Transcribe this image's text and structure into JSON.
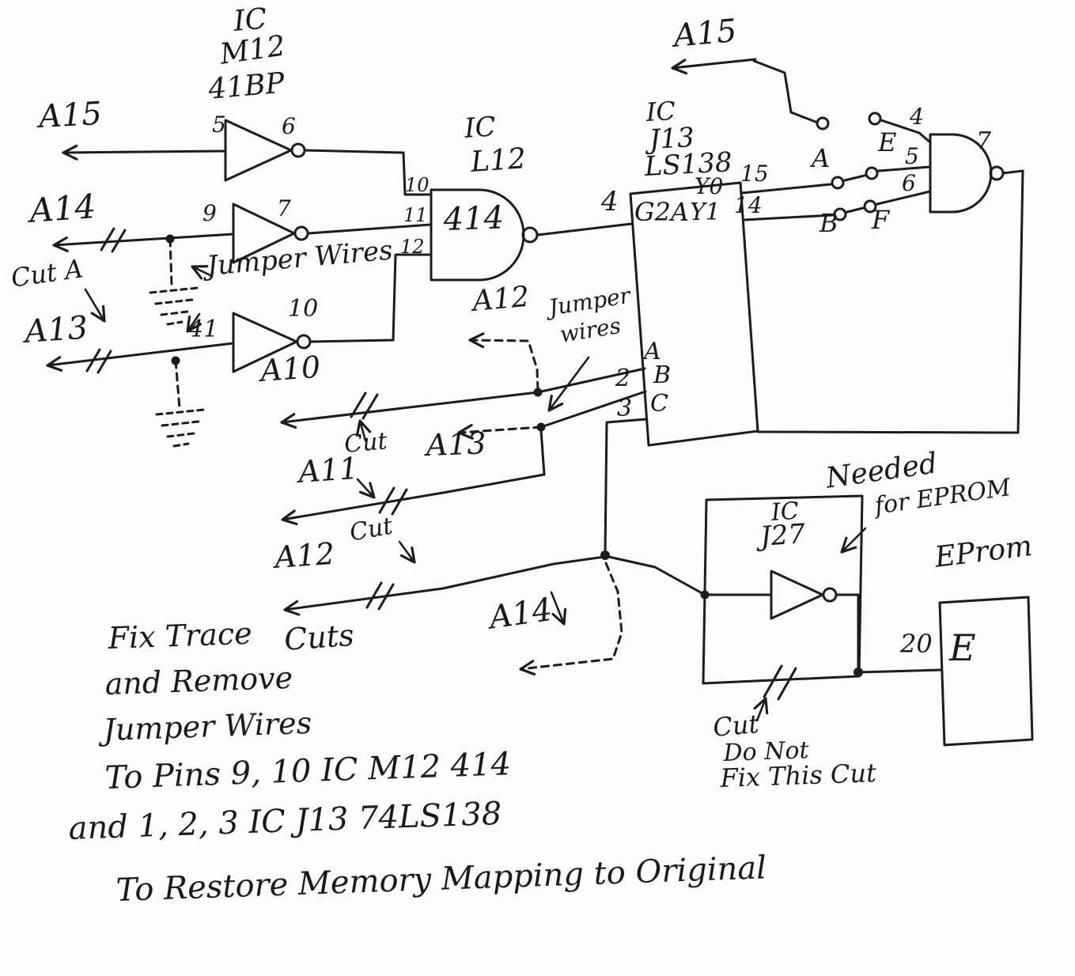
{
  "signals": {
    "a15_left": "A15",
    "a14_left": "A14",
    "a13_left": "A13",
    "a15_top": "A15",
    "a10": "A10",
    "a11": "A11",
    "a12_low": "A12",
    "a12_mid": "A12",
    "a13_mid": "A13",
    "a14_mid": "A14"
  },
  "ics": {
    "ic1_line1": "IC",
    "ic1_line2": "M12",
    "ic1_line3": "41BP",
    "ic2_line1": "IC",
    "ic2_line2": "L12",
    "nand_label": "414",
    "ic3_line1": "IC",
    "ic3_line2": "J13",
    "ic3_line3": "LS138",
    "ic4_line1": "IC",
    "ic4_line2": "J27"
  },
  "pins": {
    "inv1_in": "5",
    "inv1_out": "6",
    "inv2_in": "9",
    "inv2_out": "7",
    "inv3_in": "41",
    "inv3_out": "10",
    "nand_in1": "10",
    "nand_in2": "11",
    "nand_in3": "12",
    "nand_out": "4",
    "y0_pin": "15",
    "y1_pin": "14",
    "and_in1": "4",
    "and_in2": "5",
    "and_in3": "6",
    "and_out": "7",
    "pin2": "2",
    "pin3": "3",
    "eprom_pin": "20"
  },
  "ls138": {
    "g2a": "G2A",
    "y0": "Y0",
    "y1": "Y1",
    "in_a": "A",
    "in_b": "B",
    "in_c": "C"
  },
  "posts": {
    "a": "A",
    "b": "B",
    "e": "E",
    "f": "F"
  },
  "annotations": {
    "cut_a": "Cut A",
    "jumper_wires_left": "Jumper Wires",
    "jumper_mid_line1": "Jumper",
    "jumper_mid_line2": "wires",
    "cut_a10": "Cut",
    "cut_a12": "Cut",
    "cut_j27": "Cut",
    "needed": "Needed",
    "for_eprom": "for EPROM",
    "eprom_title": "EProm",
    "eprom_e": "E",
    "do_not": "Do Not",
    "fix_this_cut": "Fix This Cut"
  },
  "instructions": {
    "line1a": "Fix Trace",
    "line1b": "Cuts",
    "line2": "and Remove",
    "line3": "Jumper Wires",
    "line4": "To Pins 9, 10 IC M12 414",
    "line5": "and 1, 2, 3 IC J13 74LS138",
    "line6": "To Restore   Memory Mapping to Original"
  }
}
